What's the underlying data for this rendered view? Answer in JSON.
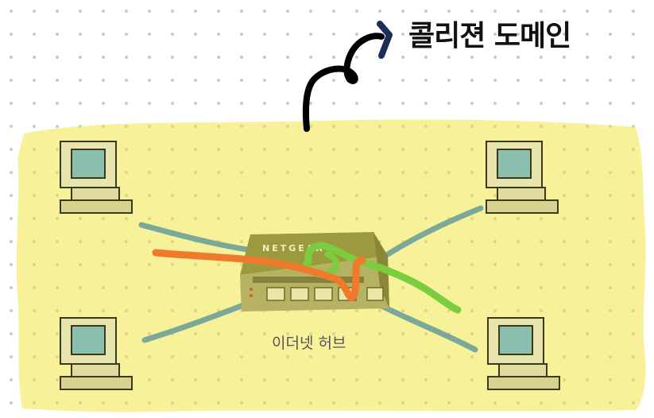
{
  "diagram": {
    "title": "콜리젼 도메인",
    "hub_label": "이더넷 허브",
    "hub_brand": "NETGEAR",
    "colors": {
      "domain_fill": "#f7f199",
      "dot_grid": "#c9c9cc",
      "cable": "#7ba898",
      "arrow": "#000000",
      "arrow_tip": "#1d2e5a",
      "collision_orange": "#f07a2c",
      "collision_green": "#7ccc3f",
      "computer_body": "#e8e4ad",
      "computer_screen": "#8dbfb0"
    },
    "nodes": [
      {
        "id": "pc-top-left",
        "icon": "computer-icon"
      },
      {
        "id": "pc-top-right",
        "icon": "computer-icon"
      },
      {
        "id": "pc-bottom-left",
        "icon": "computer-icon"
      },
      {
        "id": "pc-bottom-right",
        "icon": "computer-icon"
      },
      {
        "id": "hub",
        "icon": "ethernet-hub-icon"
      }
    ]
  }
}
